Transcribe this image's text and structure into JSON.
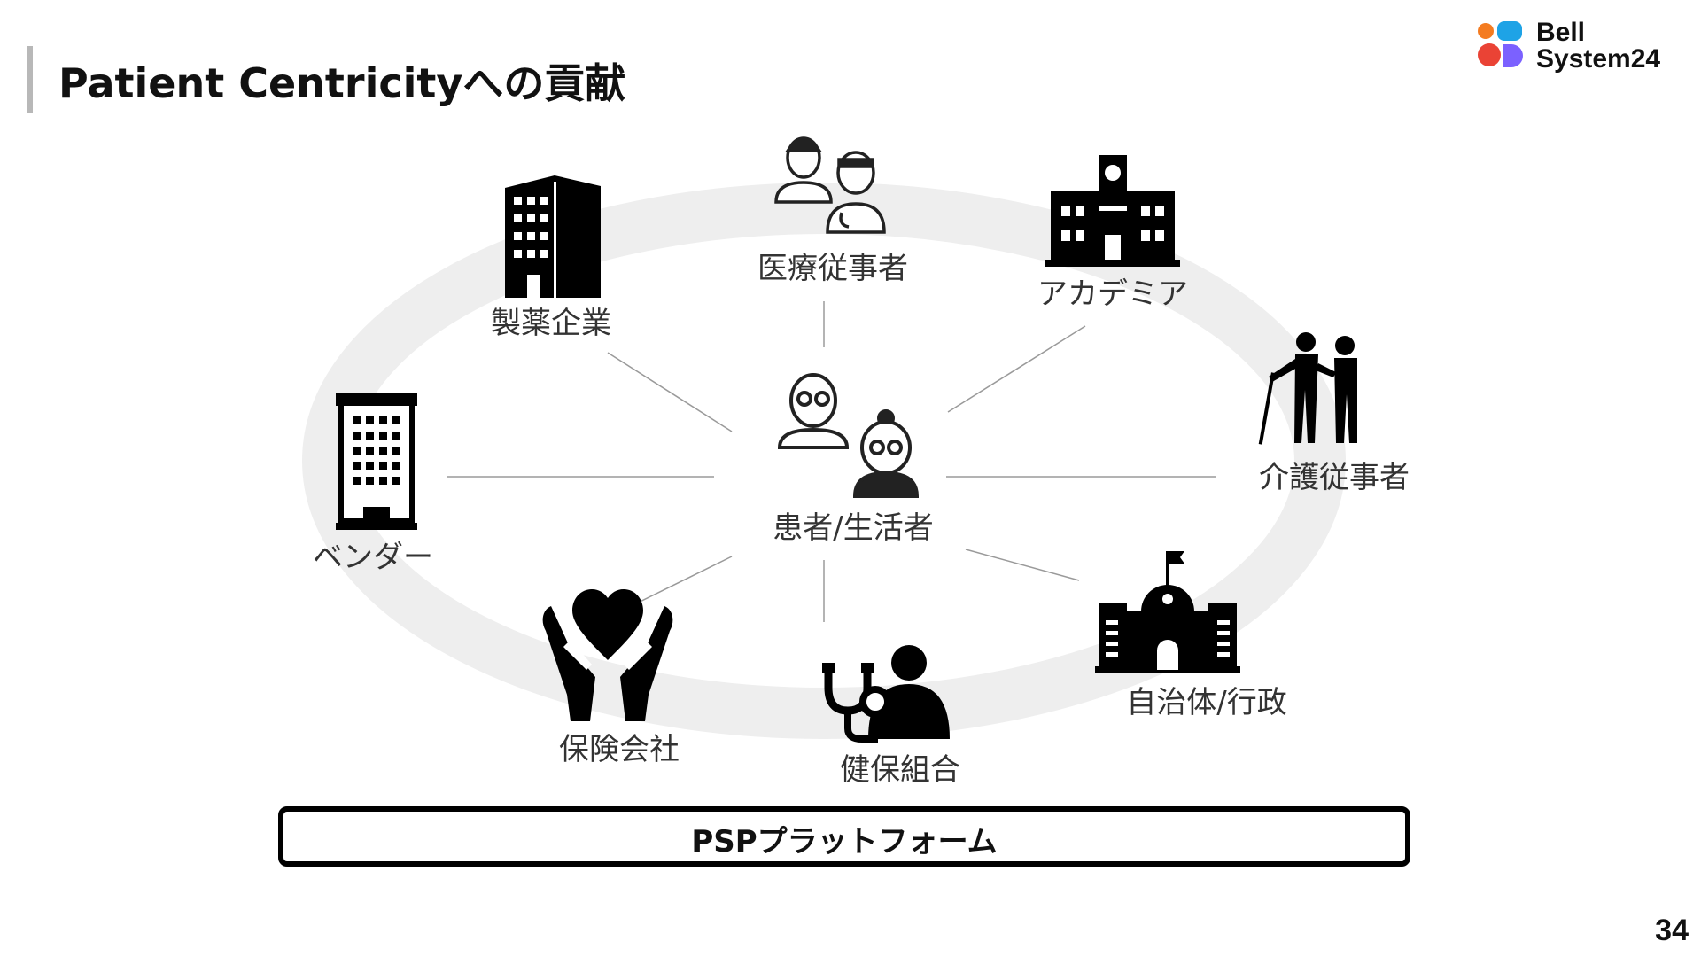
{
  "title": "Patient Centricityへの貢献",
  "logo": {
    "line1": "Bell",
    "line2": "System24"
  },
  "page_number": "34",
  "center": {
    "label": "患者/生活者",
    "icon": "elderly-couple-icon"
  },
  "nodes": [
    {
      "label": "医療従事者",
      "icon": "doctors-icon"
    },
    {
      "label": "アカデミア",
      "icon": "university-icon"
    },
    {
      "label": "介護従事者",
      "icon": "caregiver-icon"
    },
    {
      "label": "自治体/行政",
      "icon": "city-hall-icon"
    },
    {
      "label": "健保組合",
      "icon": "stethoscope-person-icon"
    },
    {
      "label": "保険会社",
      "icon": "heart-hands-icon"
    },
    {
      "label": "ベンダー",
      "icon": "office-building-icon"
    },
    {
      "label": "製薬企業",
      "icon": "pharma-building-icon"
    }
  ],
  "platform": {
    "label": "PSPプラットフォーム"
  },
  "colors": {
    "ring": "#eeeeee",
    "connector": "#9a9a9a",
    "logo_orange": "#f47b20",
    "logo_blue": "#1ea3e6",
    "logo_red": "#ea4335",
    "logo_purple": "#7b61ff"
  }
}
